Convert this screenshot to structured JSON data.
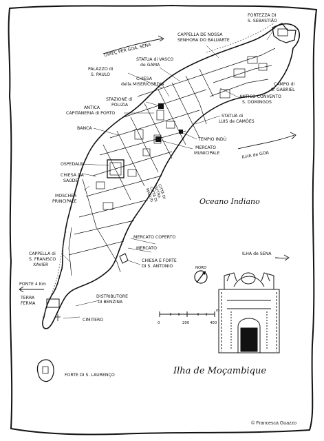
{
  "title": "Ilha de Moçambique",
  "sea_label": "Oceano Indiano",
  "credit": "© Francesca Guazzo",
  "compass": {
    "north": "NORD"
  },
  "scale": {
    "ticks": [
      "0",
      "200",
      "400"
    ],
    "unit": "m"
  },
  "directions": {
    "goa_sena_road": "DIREÇ PER GOA, SENA",
    "ilha_de_goa": "ILHA de GOA",
    "ilha_de_sena": "ILHA de SENA",
    "ponte": "PONTE 4 Km",
    "terra_firma_1": "TERRA",
    "terra_firma_2": "FERMA"
  },
  "places": {
    "fortezza_1": "FORTEZZA DI",
    "fortezza_2": "S. SEBASTIÃO",
    "cappella_nossa_1": "CAPPELLA DE NOSSA",
    "cappella_nossa_2": "SENHORA DO BALUARTE",
    "statua_vasco_1": "STATUA di VASCO",
    "statua_vasco_2": "de GAMA",
    "palazzo_1": "PALAZZO di",
    "palazzo_2": "S. PAULO",
    "chiesa_mis_1": "CHIESA",
    "chiesa_mis_2": "della MISERICORDIA",
    "campo_1": "CAMPO di",
    "campo_2": "S. GABRIEL",
    "antico_conv_1": "ANTICO CONVENTO",
    "antico_conv_2": "S. DOMINGOS",
    "stazione_1": "STAZIONE di",
    "stazione_2": "POLIZIA",
    "antica_cap_1": "ANTICA",
    "antica_cap_2": "CAPITANERIA di PORTO",
    "statua_luis_1": "STATUA di",
    "statua_luis_2": "LUIS de CAMÕES",
    "banca": "BANCA",
    "tempio": "TEMPIO INDÙ",
    "mercato_mun_1": "MERCATO",
    "mercato_mun_2": "MUNICIPALE",
    "ospedale": "OSPEDALE",
    "chiesa_saude_1": "CHIESA DA",
    "chiesa_saude_2": "SAÚDE",
    "moschea_1": "MOSCHEA",
    "moschea_2": "PRINCIPALE",
    "citta_1": "CITTÀ DI",
    "citta_2": "PIETRA",
    "citta_3": "CITTÀ DI",
    "citta_4": "MACUTI",
    "mercato_coperto": "MERCATO COPERTO",
    "mercato": "MERCATO",
    "chiesa_forte_1": "CHIESA E FORTE",
    "chiesa_forte_2": "DI S. ANTONIO",
    "cappella_sf_1": "CAPPELLA di",
    "cappella_sf_2": "S. FRANISCO",
    "cappella_sf_3": "XAVIER",
    "distributore_1": "DISTRIBUTORE",
    "distributore_2": "DI BENZINA",
    "cimitero": "CIMITERO",
    "forte_lourenco": "FORTE DI S. LAURENÇO"
  }
}
